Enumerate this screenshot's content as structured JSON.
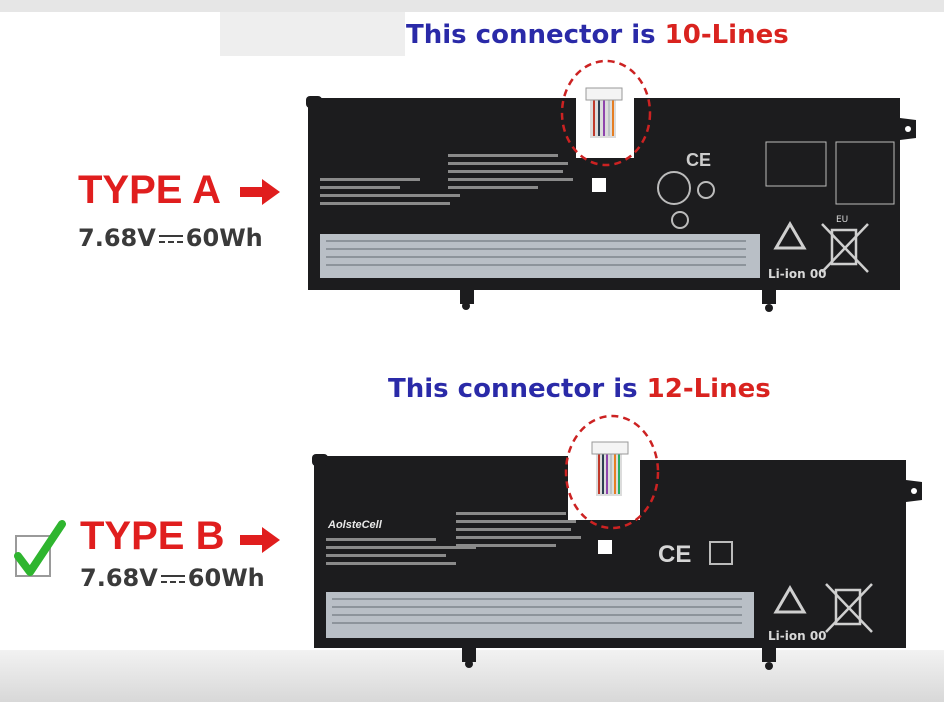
{
  "connector_a": {
    "prefix": "This connector is ",
    "lines": "10-Lines"
  },
  "connector_b": {
    "prefix": "This connector is ",
    "lines": "12-Lines"
  },
  "type_a": {
    "label": "TYPE A",
    "voltage": "7.68V",
    "capacity": "60Wh"
  },
  "type_b": {
    "label": "TYPE B",
    "voltage": "7.68V",
    "capacity": "60Wh"
  },
  "battery_b": {
    "brand": "AolsteCell"
  },
  "battery_labels": {
    "li_ion": "Li-ion 00",
    "eu": "EU",
    "ce": "CE"
  },
  "colors": {
    "heading_blue": "#2a2aa8",
    "accent_red": "#d9231f",
    "check_green": "#2fb52f",
    "battery_black": "#1c1c1e"
  },
  "icons": [
    "arrow-right-icon",
    "checkmark-icon",
    "recycle-icon",
    "crossed-bin-icon",
    "ce-mark-icon"
  ]
}
